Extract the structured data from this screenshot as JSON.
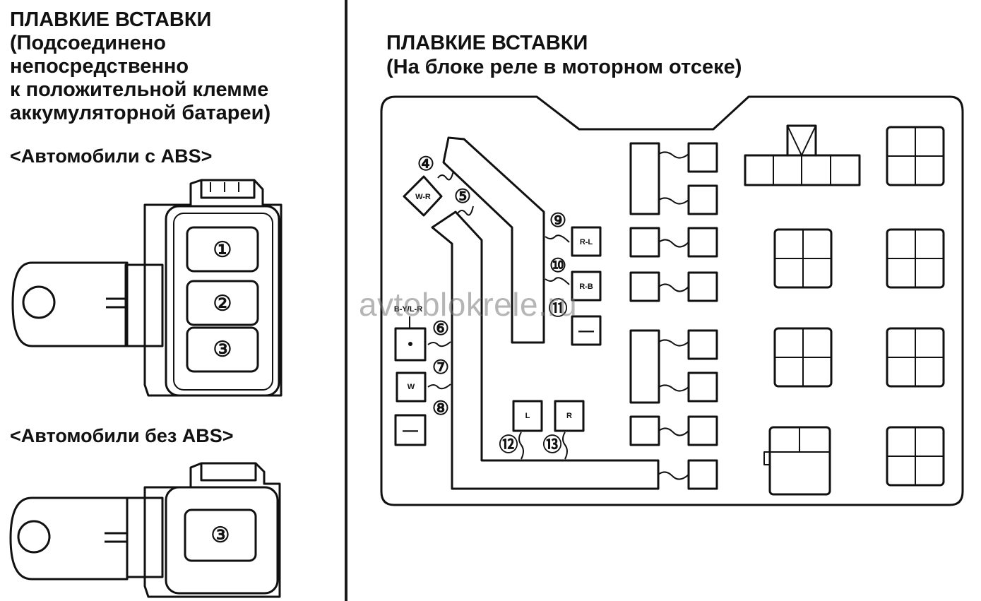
{
  "left_panel": {
    "title_lines": [
      "ПЛАВКИЕ ВСТАВКИ",
      "(Подсоединено",
      "непосредственно",
      "к положительной клемме",
      "аккумуляторной батареи)"
    ],
    "with_abs_label": "<Автомобили с ABS>",
    "without_abs_label": "<Автомобили без ABS>",
    "with_abs_fuses": [
      "①",
      "②",
      "③"
    ],
    "without_abs_fuses": [
      "③"
    ]
  },
  "right_panel": {
    "title_lines": [
      "ПЛАВКИЕ ВСТАВКИ",
      "(На блоке реле в моторном отсеке)"
    ],
    "fuse_numbers": [
      "④",
      "⑤",
      "⑥",
      "⑦",
      "⑧",
      "⑨",
      "⑩",
      "⑪",
      "⑫",
      "⑬"
    ],
    "wire_colors": [
      "W-R",
      "R-L",
      "R-B",
      "B-Y/L-R",
      "W",
      "L",
      "R"
    ],
    "blank_slot_mark": "—"
  },
  "watermark": "avtoblokrele.ru"
}
